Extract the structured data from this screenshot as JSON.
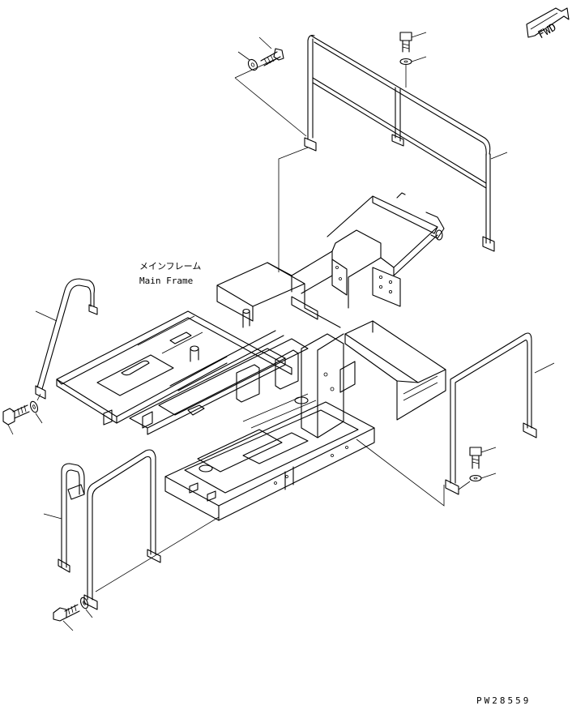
{
  "labels": {
    "main_frame_jp": "メインフレーム",
    "main_frame_en": "Main Frame",
    "direction": "FWD",
    "drawing_number": "PW28559"
  },
  "parts": [
    {
      "name": "top-handrail"
    },
    {
      "name": "right-handrail"
    },
    {
      "name": "left-grab-bar"
    },
    {
      "name": "front-left-handrail"
    },
    {
      "name": "bolt-top-left"
    },
    {
      "name": "washer-top-left"
    },
    {
      "name": "bolt-top-right"
    },
    {
      "name": "washer-top-right"
    },
    {
      "name": "bolt-left"
    },
    {
      "name": "washer-left"
    },
    {
      "name": "bolt-right"
    },
    {
      "name": "washer-right"
    },
    {
      "name": "bolt-bottom"
    },
    {
      "name": "washer-bottom"
    }
  ]
}
